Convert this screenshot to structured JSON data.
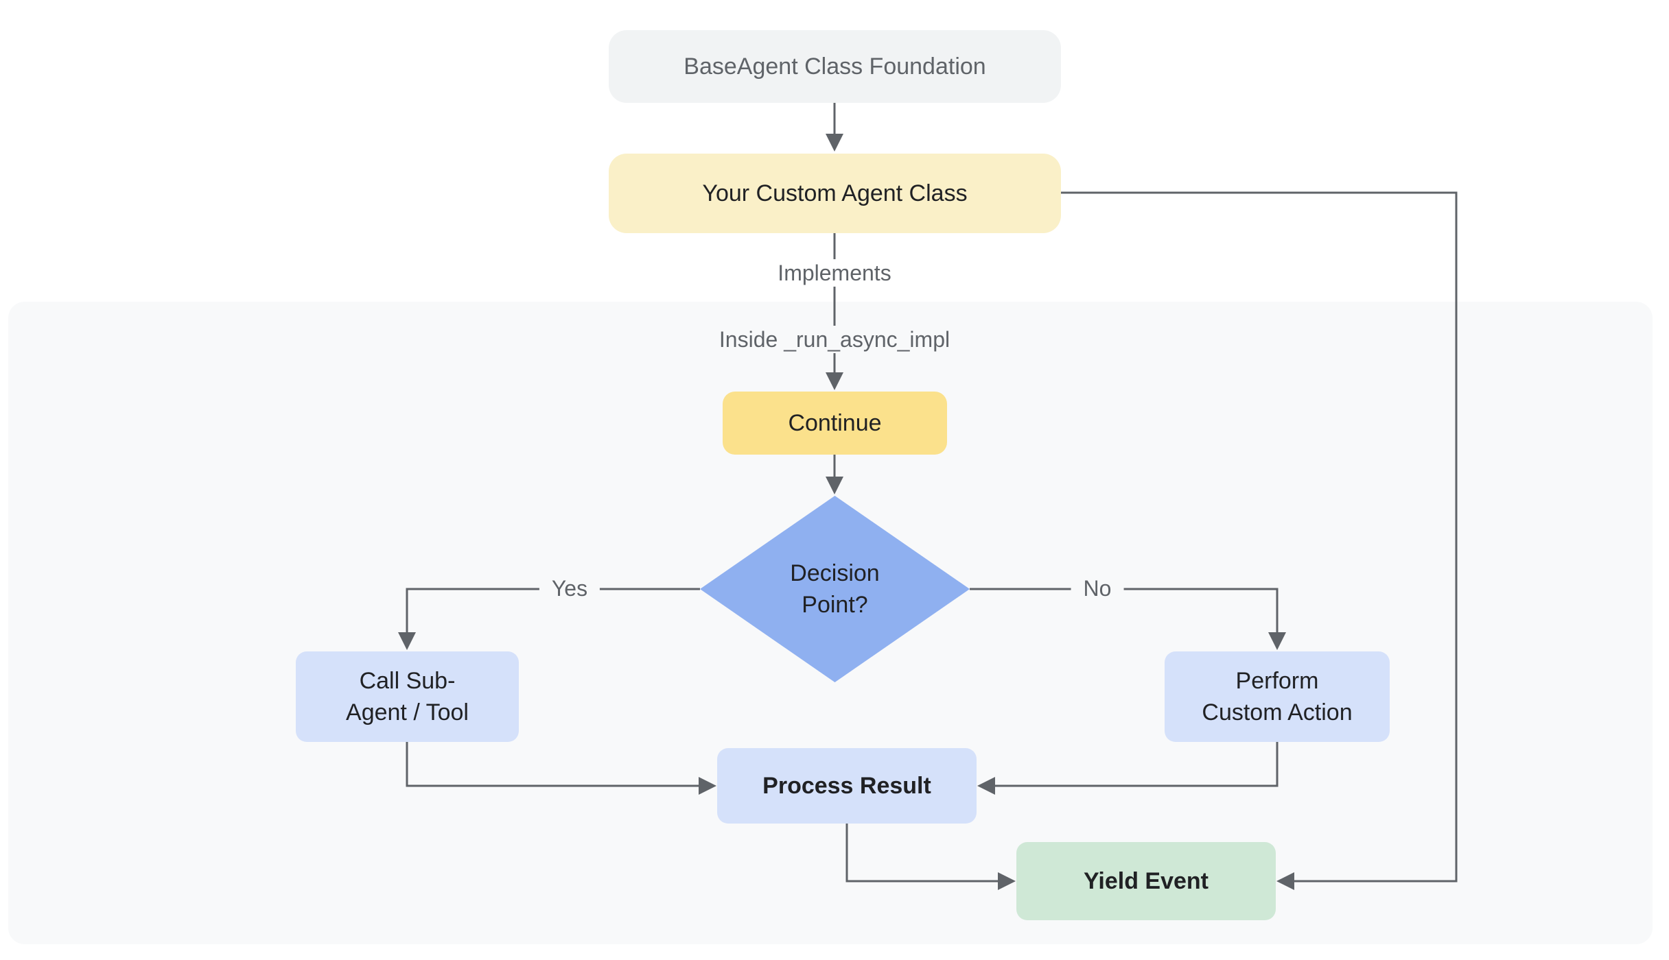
{
  "diagram": {
    "nodes": {
      "base_agent": {
        "label": "BaseAgent Class Foundation"
      },
      "custom_agent": {
        "label": "Your Custom Agent Class"
      },
      "continue_step": {
        "label": "Continue"
      },
      "decision": {
        "label": "Decision\nPoint?"
      },
      "call_sub_agent": {
        "label": "Call Sub-\nAgent / Tool"
      },
      "perform_custom_action": {
        "label": "Perform\nCustom Action"
      },
      "process_result": {
        "label": "Process Result"
      },
      "yield_event": {
        "label": "Yield Event"
      }
    },
    "edge_labels": {
      "implements": "Implements",
      "inside_impl": "Inside _run_async_impl",
      "yes": "Yes",
      "no": "No"
    },
    "colors": {
      "background": "#FFFFFF",
      "panel": "#F8F9FA",
      "node_gray": "#F1F3F4",
      "node_pale_yellow": "#FAF0C8",
      "node_yellow": "#FBE18C",
      "node_blue": "#8FB0F0",
      "node_periwinkle": "#D5E1FA",
      "node_green": "#CFE8D6",
      "line": "#5F6368",
      "text_dark": "#202124",
      "text_gray": "#5F6368"
    }
  }
}
